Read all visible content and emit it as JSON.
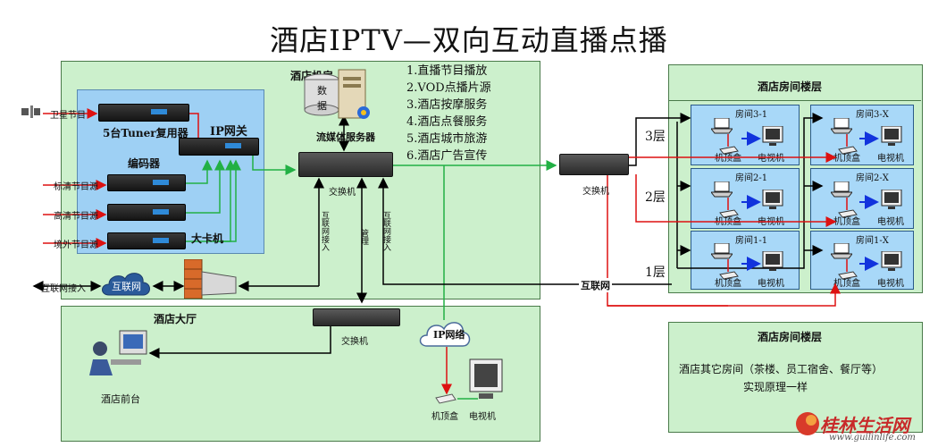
{
  "title": "酒店IPTV—双向互动直播点播",
  "machine_room": {
    "label": "酒店机房",
    "satellite_label": "卫星节目",
    "sd_label": "标清节目源",
    "hd_label": "高清节目源",
    "foreign_label": "境外节目源",
    "tuner_label": "5台Tuner复用器",
    "encoder_label": "编码器",
    "gateway_label": "IP网关",
    "card_label": "大卡机",
    "db_label_1": "数",
    "db_label_2": "据",
    "server_label": "流媒体服务器",
    "switch_label": "交换机",
    "internet_access_label_1": "互联网接入",
    "internet_access_label_2": "互联网接入",
    "manage_label": "管理"
  },
  "services": [
    "1.直播节目播放",
    "2.VOD点播片源",
    "3.酒店按摩服务",
    "4.酒店点餐服务",
    "5.酒店城市旅游",
    "6.酒店广告宣传"
  ],
  "internet": {
    "access_label": "互联网接入",
    "cloud_label": "互联网",
    "line_label": "互联网"
  },
  "lobby": {
    "label": "酒店大厅",
    "switch_label": "交换机",
    "desk_label": "酒店前台",
    "ip_cloud_label": "IP网络",
    "stb_label": "机顶盒",
    "tv_label": "电视机"
  },
  "floors": {
    "label": "酒店房间楼层",
    "switch_label": "交换机",
    "floor_labels": [
      "3层",
      "2层",
      "1层"
    ],
    "rooms": [
      {
        "name": "房间3-1",
        "stb": "机顶盒",
        "tv": "电视机"
      },
      {
        "name": "房间3-X",
        "stb": "机顶盒",
        "tv": "电视机"
      },
      {
        "name": "房间2-1",
        "stb": "机顶盒",
        "tv": "电视机"
      },
      {
        "name": "房间2-X",
        "stb": "机顶盒",
        "tv": "电视机"
      },
      {
        "name": "房间1-1",
        "stb": "机顶盒",
        "tv": "电视机"
      },
      {
        "name": "房间1-X",
        "stb": "机顶盒",
        "tv": "电视机"
      }
    ]
  },
  "other_rooms": {
    "label": "酒店房间楼层",
    "desc_1": "酒店其它房间（茶楼、员工宿舍、餐厅等）",
    "desc_2": "实现原理一样"
  },
  "watermark": {
    "brand": "桂林生活网",
    "url": "www.guilinlife.com"
  },
  "colors": {
    "zone_green": "#ccf0cc",
    "blue_panel": "#9ed0f4",
    "line_red": "#dd1111",
    "line_green": "#22b044",
    "line_black": "#000000",
    "line_blue": "#1133dd"
  }
}
